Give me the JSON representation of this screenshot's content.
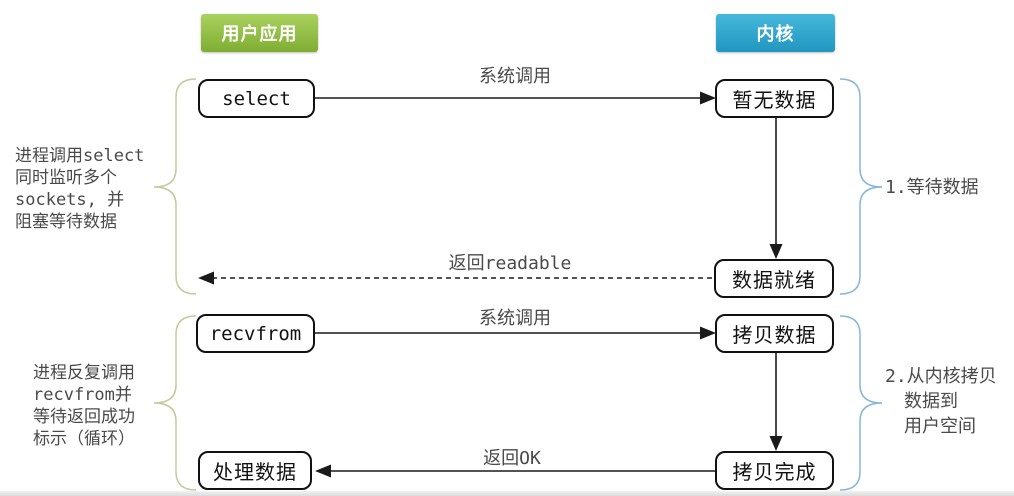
{
  "headers": {
    "user": "用户应用",
    "kernel": "内核"
  },
  "user_boxes": {
    "select": "select",
    "recvfrom": "recvfrom",
    "process": "处理数据"
  },
  "kernel_boxes": {
    "no_data": "暂无数据",
    "data_ready": "数据就绪",
    "copy_data": "拷贝数据",
    "copy_done": "拷贝完成"
  },
  "arrow_labels": {
    "syscall_select": "系统调用",
    "return_readable": "返回readable",
    "syscall_recvfrom": "系统调用",
    "return_ok": "返回OK"
  },
  "annotations": {
    "left_select": [
      "进程调用select",
      "同时监听多个",
      "sockets, 并",
      "阻塞等待数据"
    ],
    "left_recvfrom": [
      "进程反复调用",
      "recvfrom并",
      "等待返回成功",
      "标示（循环）"
    ],
    "right_wait": "1.等待数据",
    "right_copy": [
      "2.从内核拷贝",
      "数据到",
      "用户空间"
    ]
  },
  "colors": {
    "user_header_top": "#a9d15e",
    "user_header_bottom": "#7fae33",
    "kernel_header_top": "#45b8da",
    "kernel_header_bottom": "#2196c0",
    "left_brace": "#c6c89c",
    "right_brace": "#85b7d9",
    "arrow": "#1a1a1a",
    "label_text": "#4a4a4a",
    "box_border": "#111111"
  }
}
